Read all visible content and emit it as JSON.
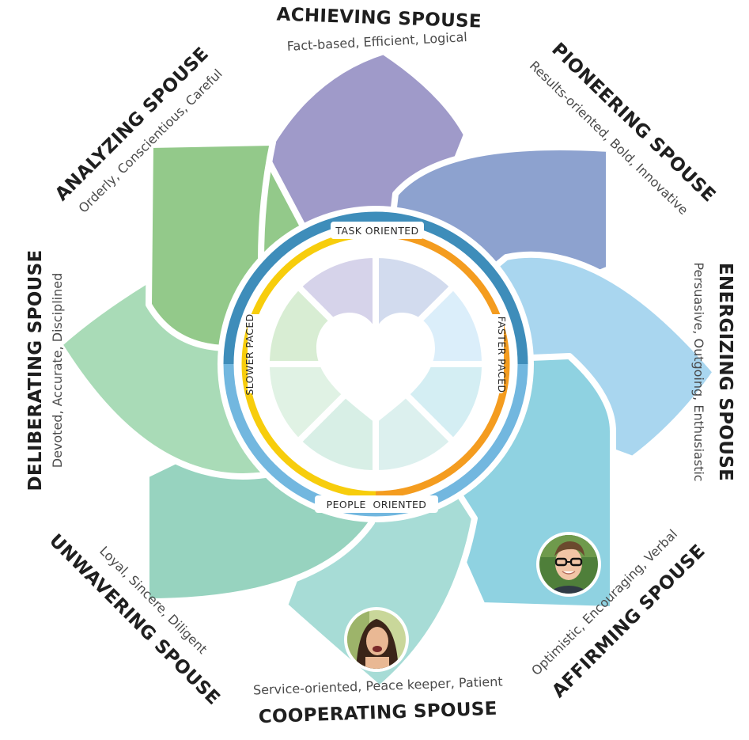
{
  "petals": [
    {
      "key": "achieving",
      "title": "ACHIEVING SPOUSE",
      "traits": "Fact-based, Efficient, Logical",
      "color": "#9f9ac9"
    },
    {
      "key": "pioneering",
      "title": "PIONEERING SPOUSE",
      "traits": "Results-oriented, Bold, Innovative",
      "color": "#8da2cf"
    },
    {
      "key": "energizing",
      "title": "ENERGIZING SPOUSE",
      "traits": "Persuasive, Outgoing, Enthusiastic",
      "color": "#a9d6ef"
    },
    {
      "key": "affirming",
      "title": "AFFIRMING SPOUSE",
      "traits": "Optimistic, Encouraging, Verbal",
      "color": "#8fd2e1"
    },
    {
      "key": "cooperating",
      "title": "COOPERATING SPOUSE",
      "traits": "Service-oriented, Peace keeper, Patient",
      "color": "#a7dcd6"
    },
    {
      "key": "unwavering",
      "title": "UNWAVERING SPOUSE",
      "traits": "Loyal, Sincere, Diligent",
      "color": "#97d3bf"
    },
    {
      "key": "deliberating",
      "title": "DELIBERATING SPOUSE",
      "traits": "Devoted, Accurate, Disciplined",
      "color": "#a9dbb7"
    },
    {
      "key": "analyzing",
      "title": "ANALYZING SPOUSE",
      "traits": "Orderly, Conscientious, Careful",
      "color": "#93c98a"
    }
  ],
  "ring": {
    "top": "TASK ORIENTED",
    "right": "FASTER PACED",
    "bottom": "PEOPLE  ORIENTED",
    "left": "SLOWER PACED"
  },
  "colors": {
    "ring_dark_blue": "#3e8dba",
    "ring_light_blue": "#72b7df",
    "ring_yellow": "#f7cd0c",
    "ring_orange": "#f49c1f"
  },
  "icons": {
    "heart": "heart-icon",
    "male_avatar": "male-avatar-photo",
    "female_avatar": "female-avatar-photo"
  }
}
